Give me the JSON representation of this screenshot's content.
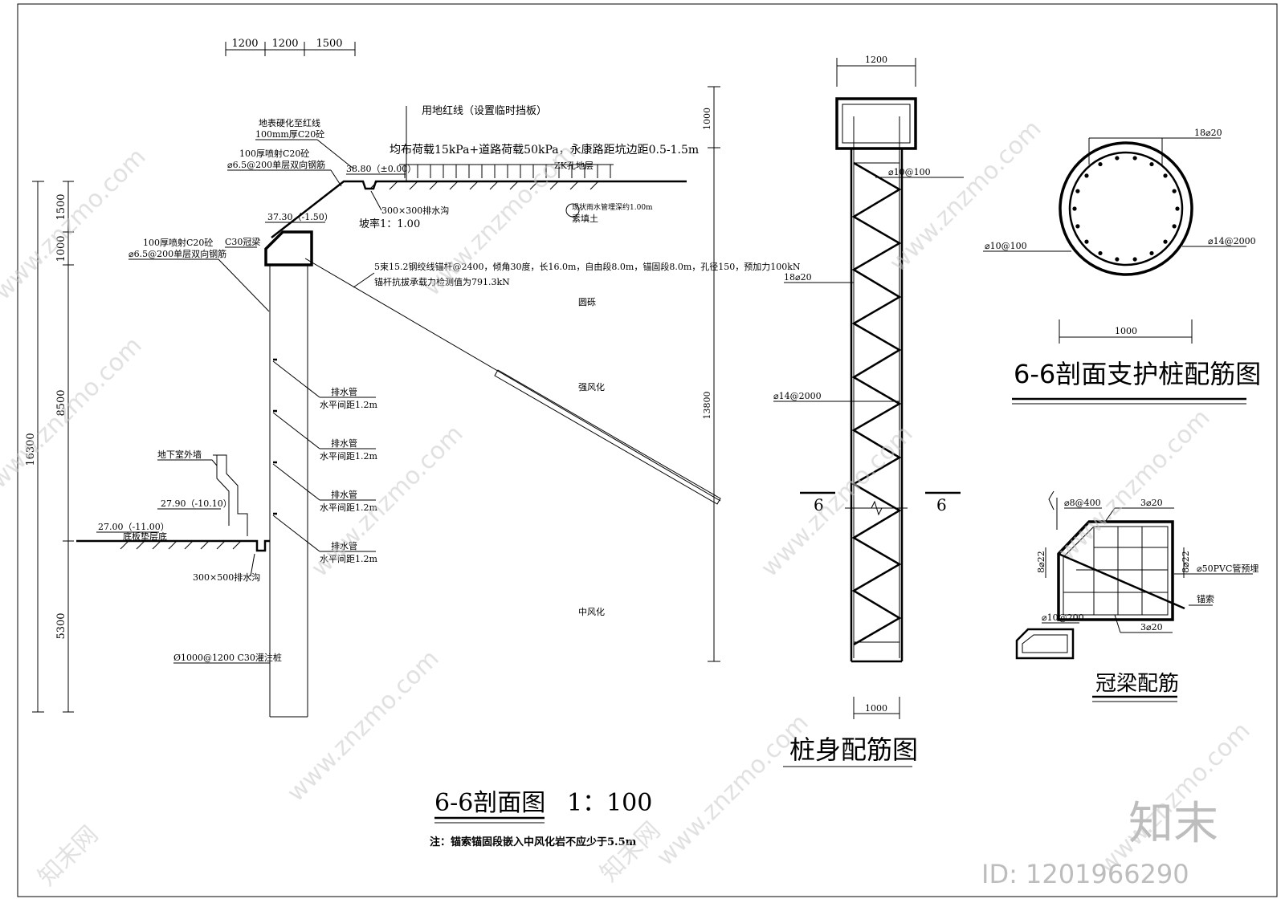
{
  "section": {
    "title": "6-6剖面图",
    "scale": "1：100",
    "note": "注：锚索锚固段嵌入中风化岩不应少于5.5m",
    "top_dims": [
      "1200",
      "1200",
      "1500"
    ],
    "left_dims": [
      "1500",
      "1000",
      "8500",
      "5300"
    ],
    "total_dim": "16300",
    "right_dims": [
      "1000",
      "13800"
    ],
    "labels": {
      "red_line": "用地红线（设置临时挡板）",
      "surface_hardening": "地表硬化至红线",
      "c20_100": "100mm厚C20砼",
      "shotcrete_top": "100厚喷射C20砼",
      "mesh_top": "⌀6.5@200单层双向钢筋",
      "elev_top": "38.80（±0.00）",
      "load": "均布荷载15kPa+道路荷载50kPa，永康路距坑边距0.5-1.5m",
      "zk": "ZK孔地层",
      "drain_ditch_top": "300×300排水沟",
      "slope": "坡率1：1.00",
      "rain_pipe": "现状雨水管埋深约1.00m",
      "fill": "素填土",
      "elev_beam": "37.30（-1.50）",
      "c30_beam": "C30冠梁",
      "shotcrete_2": "100厚喷射C20砼",
      "mesh_2": "⌀6.5@200单层双向钢筋",
      "anchor": "5束15.2钢绞线锚杆@2400，倾角30度，长16.0m，自由段8.0m，锚固段8.0m，孔径150，预加力100kN",
      "anchor_test": "锚杆抗拔承载力检测值为791.3kN",
      "gravel": "圆砾",
      "strong_weathered": "强风化",
      "mid_weathered": "中风化",
      "drain_pipe": "排水管",
      "drain_spacing": "水平间距1.2m",
      "basement_wall": "地下室外墙",
      "elev_mid": "27.90（-10.10）",
      "elev_bottom": "27.00（-11.00）",
      "cushion": "底板垫层底",
      "drain_ditch_bottom": "300×500排水沟",
      "pile": "Ø1000@1200 C30灌注桩"
    }
  },
  "pile_body": {
    "title": "桩身配筋图",
    "dim_top": "1200",
    "dim_bottom": "1000",
    "stirrup": "⌀10@100",
    "main_bar": "18⌀20",
    "hoop": "⌀14@2000",
    "cut_left": "6",
    "cut_right": "6"
  },
  "pile_section": {
    "title": "6-6剖面支护桩配筋图",
    "main_bar": "18⌀20",
    "stirrup": "⌀10@100",
    "hoop": "⌀14@2000",
    "dim": "1000"
  },
  "cap_beam": {
    "title": "冠梁配筋",
    "tie": "⌀8@400",
    "top_bar": "3⌀20",
    "bottom_bar": "3⌀20",
    "left_bar": "8⌀22",
    "right_bar": "8⌀22",
    "pvc": "⌀50PVC管预埋",
    "stirrup": "⌀10@200",
    "anchor": "锚索"
  },
  "watermark": {
    "site": "www.znzmo.com",
    "brand": "知末网",
    "logo": "知末",
    "id_text": "ID: 1201966290"
  }
}
